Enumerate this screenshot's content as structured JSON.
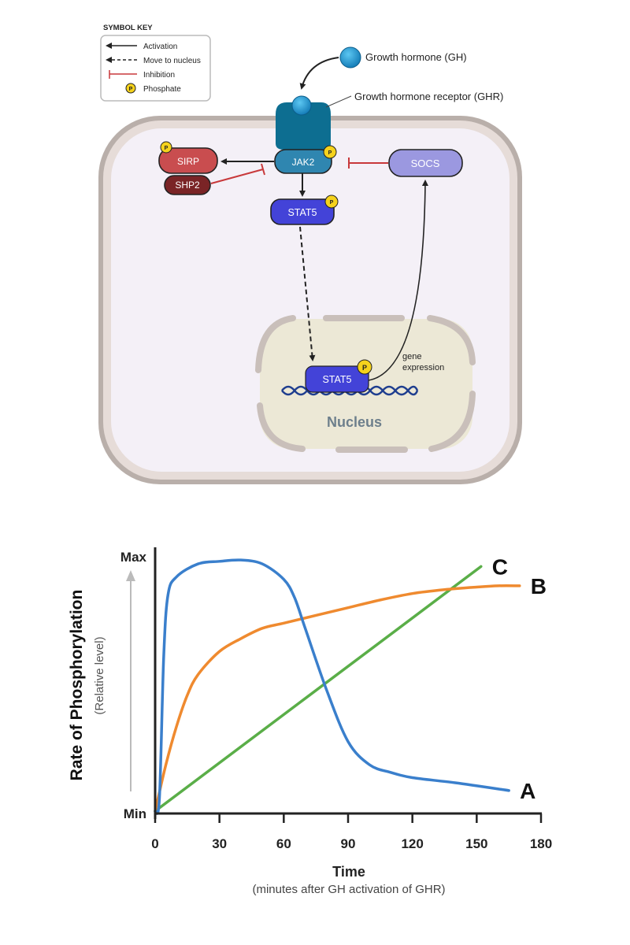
{
  "symbol_key": {
    "title": "SYMBOL KEY",
    "items": [
      {
        "icon": "solid-arrow-icon",
        "label": "Activation"
      },
      {
        "icon": "dashed-arrow-icon",
        "label": "Move to nucleus"
      },
      {
        "icon": "inhibition-icon",
        "label": "Inhibition"
      },
      {
        "icon": "phosphate-icon",
        "label": "Phosphate",
        "glyph": "P"
      }
    ]
  },
  "labels": {
    "gh": "Growth hormone (GH)",
    "ghr": "Growth hormone receptor (GHR)",
    "nucleus": "Nucleus",
    "gene_expression_1": "gene",
    "gene_expression_2": "expression",
    "phosphate": "P"
  },
  "proteins": {
    "sirp": "SIRP",
    "shp2": "SHP2",
    "jak2": "JAK2",
    "socs": "SOCS",
    "stat5": "STAT5",
    "stat5_nucleus": "STAT5"
  },
  "colors": {
    "sirp": "#c94d4f",
    "shp2": "#7a2426",
    "jak2": "#2f86b0",
    "socs": "#9b98e0",
    "stat5": "#4343d8",
    "receptor": "#0d6e91",
    "gh": "#1a9ad6",
    "phosphate": "#f5d21c",
    "inhibition": "#c8393b",
    "cytoplasm": "#f4f0f7",
    "membrane": "#b9afaa",
    "nucleus": "#ece8d6",
    "dna": "#1f3e8f",
    "series_a": "#3a7fcc",
    "series_b": "#ef8a2f",
    "series_c": "#5aae48"
  },
  "chart_data": {
    "type": "line",
    "title": "",
    "xlabel": "Time",
    "xlabel_sub": "(minutes after GH activation of GHR)",
    "ylabel": "Rate of Phosphorylation",
    "ylabel_sub": "(Relative level)",
    "xlim": [
      0,
      180
    ],
    "ylim": [
      0,
      1
    ],
    "x_ticks": [
      0,
      30,
      60,
      90,
      120,
      150,
      180
    ],
    "y_tick_labels": {
      "min": "Min",
      "max": "Max"
    },
    "grid": false,
    "series": [
      {
        "name": "A",
        "color": "#3a7fcc",
        "x": [
          0,
          2,
          4,
          6,
          10,
          20,
          30,
          40,
          50,
          60,
          65,
          70,
          80,
          90,
          100,
          110,
          120,
          140,
          165
        ],
        "y": [
          0,
          0.05,
          0.6,
          0.84,
          0.91,
          0.96,
          0.97,
          0.975,
          0.96,
          0.9,
          0.83,
          0.71,
          0.47,
          0.27,
          0.18,
          0.15,
          0.13,
          0.11,
          0.08
        ]
      },
      {
        "name": "B",
        "color": "#ef8a2f",
        "x": [
          0,
          5,
          10,
          15,
          20,
          30,
          40,
          50,
          60,
          75,
          90,
          105,
          120,
          135,
          150,
          160,
          170
        ],
        "y": [
          0,
          0.18,
          0.33,
          0.45,
          0.53,
          0.62,
          0.67,
          0.71,
          0.73,
          0.76,
          0.79,
          0.82,
          0.845,
          0.86,
          0.87,
          0.875,
          0.875
        ]
      },
      {
        "name": "C",
        "color": "#5aae48",
        "x": [
          0,
          152
        ],
        "y": [
          0,
          0.95
        ]
      }
    ]
  }
}
